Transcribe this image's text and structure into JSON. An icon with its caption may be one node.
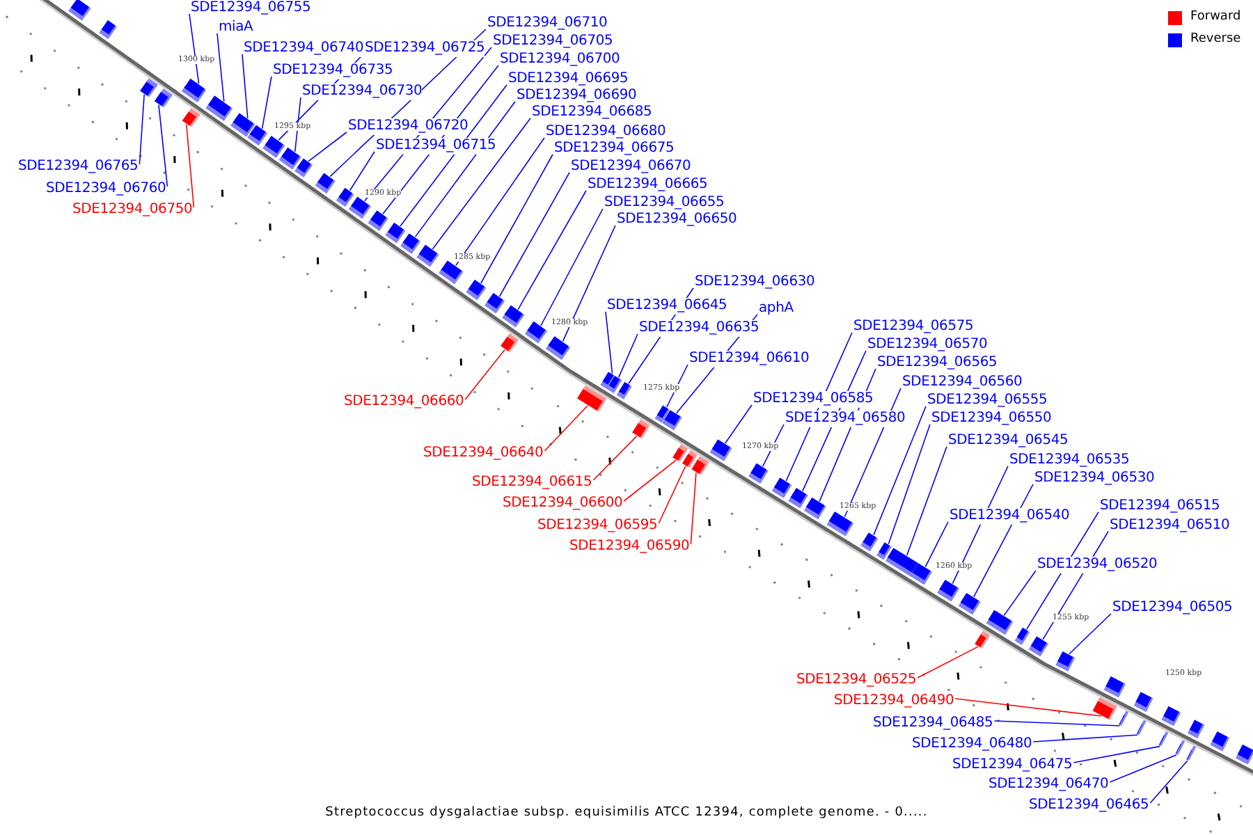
{
  "diagram": {
    "caption": "Streptococcus dysgalactiae subsp. equisimilis ATCC 12394, complete genome. - 0.....",
    "nodes": [
      {
        "text": [
          "SDE12394_06755"
        ]
      },
      {
        "text": [
          "miaA"
        ]
      },
      {
        "text": [
          "SDE12394_06740"
        ]
      },
      {
        "text": [
          "SDE12394_06725"
        ]
      },
      {
        "text": [
          "SDE12394_06735"
        ]
      },
      {
        "text": [
          "SDE12394_06730"
        ]
      },
      {
        "text": [
          "SDE12394_06710"
        ]
      },
      {
        "text": [
          "SDE12394_06705"
        ]
      },
      {
        "text": [
          "SDE12394_06700"
        ]
      },
      {
        "text": [
          "SDE12394_06695"
        ]
      },
      {
        "text": [
          "SDE12394_06690"
        ]
      },
      {
        "text": [
          "SDE12394_06685"
        ]
      },
      {
        "text": [
          "SDE12394_06680"
        ]
      },
      {
        "text": [
          "SDE12394_06675"
        ]
      },
      {
        "text": [
          "SDE12394_06670"
        ]
      },
      {
        "text": [
          "SDE12394_06665"
        ]
      },
      {
        "text": [
          "SDE12394_06655"
        ]
      },
      {
        "text": [
          "SDE12394_06650"
        ]
      },
      {
        "text": [
          "SDE12394_06720"
        ]
      },
      {
        "text": [
          "SDE12394_06715"
        ]
      },
      {
        "text": [
          "SDE12394_06765"
        ]
      },
      {
        "text": [
          "SDE12394_06760"
        ]
      },
      {
        "text": [
          "SDE12394_06750"
        ]
      },
      {
        "text": [
          "SDE12394_06660"
        ]
      },
      {
        "text": [
          "SDE12394_06640"
        ]
      },
      {
        "text": [
          "SDE12394_06615"
        ]
      },
      {
        "text": [
          "SDE12394_06600"
        ]
      },
      {
        "text": [
          "SDE12394_06595"
        ]
      },
      {
        "text": [
          "SDE12394_06590"
        ]
      },
      {
        "text": [
          "SDE12394_06525"
        ]
      },
      {
        "text": [
          "SDE12394_06490"
        ]
      },
      {
        "text": [
          "SDE12394_06485"
        ]
      },
      {
        "text": [
          "SDE12394_06480"
        ]
      },
      {
        "text": [
          "SDE12394_06475"
        ]
      },
      {
        "text": [
          "SDE12394_06470"
        ]
      },
      {
        "text": [
          "SDE12394_06465"
        ]
      },
      {
        "text": [
          "SDE12394_06630"
        ]
      },
      {
        "text": [
          "SDE12394_06645"
        ]
      },
      {
        "text": [
          "aphA"
        ]
      },
      {
        "text": [
          "SDE12394_06635"
        ]
      },
      {
        "text": [
          "SDE12394_06610"
        ]
      },
      {
        "text": [
          "SDE12394_06575"
        ]
      },
      {
        "text": [
          "SDE12394_06570"
        ]
      },
      {
        "text": [
          "SDE12394_06565"
        ]
      },
      {
        "text": [
          "SDE12394_06560"
        ]
      },
      {
        "text": [
          "SDE12394_06585"
        ]
      },
      {
        "text": [
          "SDE12394_06580"
        ]
      },
      {
        "text": [
          "SDE12394_06555"
        ]
      },
      {
        "text": [
          "SDE12394_06550"
        ]
      },
      {
        "text": [
          "SDE12394_06545"
        ]
      },
      {
        "text": [
          "SDE12394_06535"
        ]
      },
      {
        "text": [
          "SDE12394_06530"
        ]
      },
      {
        "text": [
          "SDE12394_06540"
        ]
      },
      {
        "text": [
          "SDE12394_06515"
        ]
      },
      {
        "text": [
          "SDE12394_06510"
        ]
      },
      {
        "text": [
          "SDE12394_06520"
        ]
      },
      {
        "text": [
          "SDE12394_06505"
        ]
      },
      {
        "text": [],
        "shape": "box"
      },
      {
        "text": [],
        "shape": "box"
      },
      {
        "text": [],
        "shape": "box"
      },
      {
        "text": [],
        "shape": "box"
      },
      {
        "text": [],
        "shape": "box"
      },
      {
        "text": [],
        "shape": "box"
      },
      {
        "text": [],
        "shape": "box"
      },
      {
        "text": [],
        "shape": "box"
      },
      {
        "text": [],
        "shape": "box"
      },
      {
        "text": [],
        "shape": "box"
      },
      {
        "text": [],
        "shape": "box"
      },
      {
        "text": [],
        "shape": "box"
      },
      {
        "text": [],
        "shape": "box"
      },
      {
        "text": [],
        "shape": "box"
      },
      {
        "text": [],
        "shape": "box"
      },
      {
        "text": [],
        "shape": "box"
      },
      {
        "text": [],
        "shape": "box"
      },
      {
        "text": [],
        "shape": "box"
      },
      {
        "text": [],
        "shape": "box"
      },
      {
        "text": [],
        "shape": "box"
      },
      {
        "text": [],
        "shape": "box"
      },
      {
        "text": [],
        "shape": "box"
      },
      {
        "text": [],
        "shape": "box"
      },
      {
        "text": [],
        "shape": "box"
      },
      {
        "text": [],
        "shape": "box"
      },
      {
        "text": [],
        "shape": "box"
      },
      {
        "text": [],
        "shape": "box"
      },
      {
        "text": [],
        "shape": "box"
      },
      {
        "text": [],
        "shape": "box"
      },
      {
        "text": [],
        "shape": "box"
      },
      {
        "text": [],
        "shape": "box"
      },
      {
        "text": [],
        "shape": "box"
      },
      {
        "text": [],
        "shape": "box"
      },
      {
        "text": [],
        "shape": "box"
      },
      {
        "text": [],
        "shape": "box"
      },
      {
        "text": [],
        "shape": "box"
      },
      {
        "text": [],
        "shape": "box"
      },
      {
        "text": [],
        "shape": "box"
      },
      {
        "text": [],
        "shape": "box"
      },
      {
        "text": [],
        "shape": "box"
      },
      {
        "text": [],
        "shape": "box"
      },
      {
        "text": [],
        "shape": "box"
      },
      {
        "text": [],
        "shape": "box"
      },
      {
        "text": [],
        "shape": "box"
      },
      {
        "text": [],
        "shape": "box"
      },
      {
        "text": [],
        "shape": "box"
      },
      {
        "text": [],
        "shape": "box"
      },
      {
        "text": [],
        "shape": "box"
      },
      {
        "text": [],
        "shape": "box"
      },
      {
        "text": [],
        "shape": "box"
      },
      {
        "text": [],
        "shape": "box"
      },
      {
        "text": [],
        "shape": "box"
      },
      {
        "text": [],
        "shape": "box"
      },
      {
        "text": [],
        "shape": "box"
      },
      {
        "text": [],
        "shape": "box"
      },
      {
        "text": [],
        "shape": "box"
      },
      {
        "text": [],
        "shape": "box"
      },
      {
        "text": [],
        "shape": "box"
      },
      {
        "text": [],
        "shape": "box"
      },
      {
        "text": [],
        "shape": "box"
      },
      {
        "text": [],
        "shape": "box"
      },
      {
        "text": [],
        "shape": "box"
      },
      {
        "text": [],
        "shape": "box"
      },
      {
        "text": [],
        "shape": "box"
      },
      {
        "text": [],
        "shape": "box"
      }
    ],
    "edges": [
      {
        "from": 0,
        "to": 57,
        "arrow": "none"
      },
      {
        "from": 1,
        "to": 58,
        "arrow": "none"
      },
      {
        "from": 2,
        "to": 59,
        "arrow": "none"
      },
      {
        "from": 3,
        "to": 60,
        "arrow": "none"
      },
      {
        "from": 4,
        "to": 61,
        "arrow": "none"
      },
      {
        "from": 5,
        "to": 62,
        "arrow": "none"
      },
      {
        "from": 6,
        "to": 63,
        "arrow": "none"
      },
      {
        "from": 7,
        "to": 64,
        "arrow": "none"
      },
      {
        "from": 8,
        "to": 65,
        "arrow": "none"
      },
      {
        "from": 9,
        "to": 66,
        "arrow": "none"
      },
      {
        "from": 10,
        "to": 67,
        "arrow": "none"
      },
      {
        "from": 11,
        "to": 68,
        "arrow": "none"
      },
      {
        "from": 12,
        "to": 69,
        "arrow": "none"
      },
      {
        "from": 13,
        "to": 70,
        "arrow": "none"
      },
      {
        "from": 14,
        "to": 71,
        "arrow": "none"
      },
      {
        "from": 15,
        "to": 72,
        "arrow": "none"
      },
      {
        "from": 16,
        "to": 73,
        "arrow": "none"
      },
      {
        "from": 17,
        "to": 74,
        "arrow": "none"
      },
      {
        "from": 18,
        "to": 75,
        "arrow": "none"
      },
      {
        "from": 19,
        "to": 76,
        "arrow": "none"
      },
      {
        "from": 20,
        "to": 77,
        "arrow": "none"
      },
      {
        "from": 21,
        "to": 78,
        "arrow": "none"
      },
      {
        "from": 22,
        "to": 79,
        "arrow": "none",
        "color": "#ff0000"
      },
      {
        "from": 23,
        "to": 80,
        "arrow": "none",
        "color": "#ff0000"
      },
      {
        "from": 24,
        "to": 81,
        "arrow": "none",
        "color": "#ff0000"
      },
      {
        "from": 25,
        "to": 82,
        "arrow": "none",
        "color": "#ff0000"
      },
      {
        "from": 26,
        "to": 83,
        "arrow": "none",
        "color": "#ff0000"
      },
      {
        "from": 27,
        "to": 84,
        "arrow": "none",
        "color": "#ff0000"
      },
      {
        "from": 28,
        "to": 85,
        "arrow": "none",
        "color": "#ff0000"
      },
      {
        "from": 29,
        "to": 86,
        "arrow": "none",
        "color": "#ff0000"
      },
      {
        "from": 30,
        "to": 87,
        "arrow": "none",
        "color": "#ff0000"
      },
      {
        "from": 31,
        "to": 88,
        "arrow": "none"
      },
      {
        "from": 32,
        "to": 89,
        "arrow": "none"
      },
      {
        "from": 33,
        "to": 90,
        "arrow": "none"
      },
      {
        "from": 34,
        "to": 91,
        "arrow": "none"
      },
      {
        "from": 35,
        "to": 92,
        "arrow": "none"
      },
      {
        "from": 36,
        "to": 93,
        "arrow": "none"
      },
      {
        "from": 37,
        "to": 94,
        "arrow": "none"
      },
      {
        "from": 38,
        "to": 95,
        "arrow": "none"
      },
      {
        "from": 39,
        "to": 96,
        "arrow": "none"
      },
      {
        "from": 40,
        "to": 97,
        "arrow": "none"
      },
      {
        "from": 41,
        "to": 98,
        "arrow": "none"
      },
      {
        "from": 42,
        "to": 99,
        "arrow": "none"
      },
      {
        "from": 43,
        "to": 100,
        "arrow": "none"
      },
      {
        "from": 44,
        "to": 101,
        "arrow": "none"
      },
      {
        "from": 45,
        "to": 102,
        "arrow": "none"
      },
      {
        "from": 46,
        "to": 103,
        "arrow": "none"
      },
      {
        "from": 47,
        "to": 104,
        "arrow": "none"
      },
      {
        "from": 48,
        "to": 105,
        "arrow": "none"
      },
      {
        "from": 49,
        "to": 106,
        "arrow": "none"
      },
      {
        "from": 50,
        "to": 107,
        "arrow": "none"
      },
      {
        "from": 51,
        "to": 108,
        "arrow": "none"
      },
      {
        "from": 52,
        "to": 109,
        "arrow": "none"
      },
      {
        "from": 53,
        "to": 110,
        "arrow": "none"
      },
      {
        "from": 54,
        "to": 111,
        "arrow": "none"
      },
      {
        "from": 55,
        "to": 112,
        "arrow": "none"
      },
      {
        "from": 56,
        "to": 113,
        "arrow": "none"
      }
    ],
    "labels": [
      "1300 kbp",
      "1295 kbp",
      "1290 kbp",
      "1285 kbp",
      "1280 kbp",
      "1275 kbp",
      "1270 kbp",
      "1265 kbp",
      "1260 kbp",
      "1255 kbp",
      "1250 kbp"
    ],
    "legend": [
      {
        "text": "Forward",
        "color": "#ff0000"
      },
      {
        "text": "Reverse",
        "color": "#0000ff"
      }
    ]
  }
}
